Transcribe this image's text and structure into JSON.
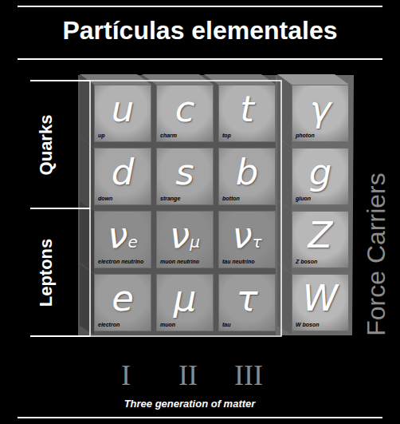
{
  "diagram": {
    "title": "Partículas elementales",
    "nodes": [
      {
        "text": [
          "u",
          "up"
        ]
      },
      {
        "text": [
          "c",
          "charm"
        ]
      },
      {
        "text": [
          "t",
          "top"
        ]
      },
      {
        "text": [
          "γ",
          "photon"
        ]
      },
      {
        "text": [
          "d",
          "down"
        ]
      },
      {
        "text": [
          "s",
          "strange"
        ]
      },
      {
        "text": [
          "b",
          "botton"
        ]
      },
      {
        "text": [
          "g",
          "gluon"
        ]
      },
      {
        "text": [
          "νe",
          "electron neutrino"
        ]
      },
      {
        "text": [
          "νμ",
          "muon neutrino"
        ]
      },
      {
        "text": [
          "ντ",
          "tau neutrino"
        ]
      },
      {
        "text": [
          "Z",
          "Z boson"
        ]
      },
      {
        "text": [
          "e",
          "electron"
        ]
      },
      {
        "text": [
          "μ",
          "muon"
        ]
      },
      {
        "text": [
          "τ",
          "tau"
        ]
      },
      {
        "text": [
          "W",
          "W boson"
        ]
      }
    ],
    "labels": [
      "Quarks",
      "Leptons",
      "Force Carriers",
      "I",
      "II",
      "III",
      "Three generation of matter"
    ]
  }
}
